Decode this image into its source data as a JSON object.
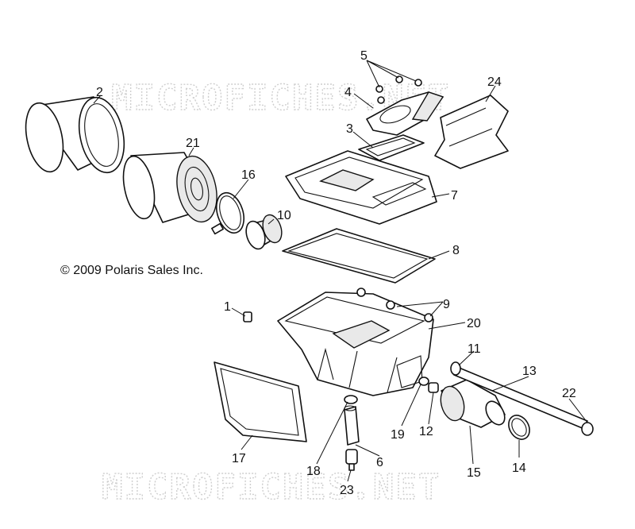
{
  "copyright": "© 2009 Polaris Sales Inc.",
  "watermark": {
    "top": "MICROFICHES.NET",
    "bottom": "MICROFICHES.NET",
    "color": "#cfcfcf"
  },
  "callouts": {
    "c1": "1",
    "c2": "2",
    "c3": "3",
    "c4": "4",
    "c5": "5",
    "c6": "6",
    "c7": "7",
    "c8": "8",
    "c9": "9",
    "c10": "10",
    "c11": "11",
    "c12": "12",
    "c13": "13",
    "c14": "14",
    "c15": "15",
    "c16": "16",
    "c17": "17",
    "c18": "18",
    "c19": "19",
    "c20": "20",
    "c21": "21",
    "c22": "22",
    "c23": "23",
    "c24": "24"
  },
  "colors": {
    "line": "#111111",
    "background": "#ffffff"
  }
}
